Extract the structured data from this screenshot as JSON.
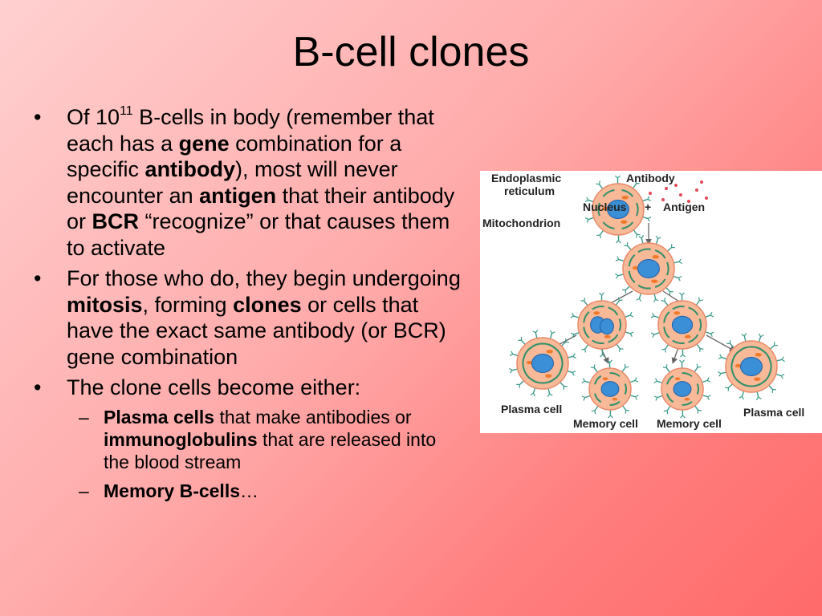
{
  "slide": {
    "title": "B-cell clones"
  },
  "bullets": {
    "b1": {
      "p1": "Of 10",
      "sup": "11",
      "p2": " B-cells in body (remember that each has a ",
      "k1": "gene",
      "p3": " combination for a specific ",
      "k2": "antibody",
      "p4": "), most will never encounter an ",
      "k3": "antigen",
      "p5": " that their antibody or ",
      "k4": "BCR",
      "p6": " “recognize” or that causes them to activate"
    },
    "b2": {
      "p1": "For those who do, they begin undergoing ",
      "k1": "mitosis",
      "p2": ", forming ",
      "k2": "clones",
      "p3": " or cells that have the exact same antibody (or BCR) gene combination"
    },
    "b3": {
      "text": "The clone cells become either:"
    },
    "sub1": {
      "k1": "Plasma cells",
      "p1": " that make antibodies or ",
      "k2": "immunoglobulins",
      "p2": " that are released into the blood stream"
    },
    "sub2": {
      "k1": "Memory B-cells",
      "p1": "…"
    }
  },
  "figure": {
    "labels": {
      "er_line1": "Endoplasmic",
      "er_line2": "reticulum",
      "mitochondrion": "Mitochondrion",
      "antibody": "Antibody",
      "nucleus": "Nucleus",
      "plus": "+",
      "antigen": "Antigen",
      "plasma_left": "Plasma cell",
      "memory_left": "Memory cell",
      "memory_right": "Memory cell",
      "plasma_right": "Plasma cell"
    },
    "colors": {
      "cytoplasm": "#f7b998",
      "membrane": "#e88a6a",
      "nucleus": "#3b8fd6",
      "nucleus_dark": "#1f5fa8",
      "er": "#2f8f6a",
      "mitochondria": "#f07a2a",
      "antibody": "#3a9a8a",
      "antigen": "#e04a5a"
    }
  }
}
